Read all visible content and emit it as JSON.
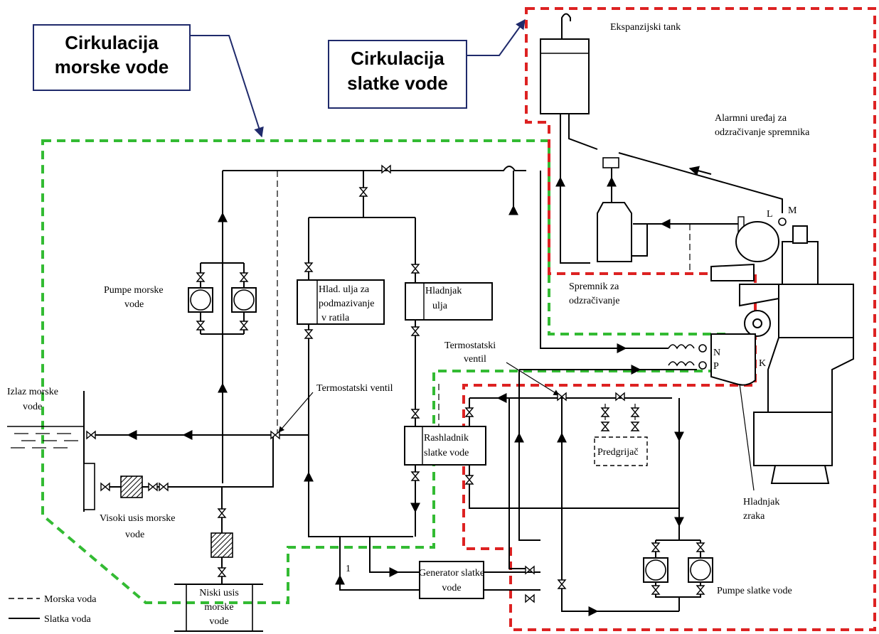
{
  "callouts": {
    "sea_line1": "Cirkulacija",
    "sea_line2": "morske vode",
    "fresh_line1": "Cirkulacija",
    "fresh_line2": "slatke vode"
  },
  "labels": {
    "expansion_tank": "Ekspanzijski tank",
    "alarm_line1": "Alarmni uređaj za",
    "alarm_line2": "odzračivanje spremnika",
    "sea_pumps_line1": "Pumpe morske",
    "sea_pumps_line2": "vode",
    "oil_cooler_line1": "Hlad. ulja za",
    "oil_cooler_line2": "podmazivanje",
    "oil_cooler_line3": "v ratila",
    "oil_cooler2_line1": "Hladnjak",
    "oil_cooler2_line2": "ulja",
    "deaeration_line1": "Spremnik za",
    "deaeration_line2": "odzračivanje",
    "thermo_valve_top_line1": "Termostatski",
    "thermo_valve_top_line2": "ventil",
    "thermo_valve_left": "Termostatski ventil",
    "sea_outlet_line1": "Izlaz morske",
    "sea_outlet_line2": "vode",
    "fresh_cooler_line1": "Rashladnik",
    "fresh_cooler_line2": "slatke vode",
    "preheater": "Predgrijač",
    "high_inlet_line1": "Visoki usis morske",
    "high_inlet_line2": "vode",
    "air_cooler_line1": "Hladnjak",
    "air_cooler_line2": "zraka",
    "generator_line1": "Generator slatke",
    "generator_line2": "vode",
    "fresh_pumps": "Pumpe slatke vode",
    "low_inlet_line1": "Niski usis",
    "low_inlet_line2": "morske",
    "low_inlet_line3": "vode",
    "letter_l": "L",
    "letter_m": "M",
    "letter_n": "N",
    "letter_p": "P",
    "letter_k": "K",
    "flow_1": "1"
  },
  "legend": {
    "sea_water": "Morska voda",
    "fresh_water": "Slatka voda"
  },
  "colors": {
    "sea_circuit": "#33bb33",
    "fresh_circuit": "#dd2222",
    "callout_border": "#1f2a6b",
    "pipes": "#000000"
  }
}
